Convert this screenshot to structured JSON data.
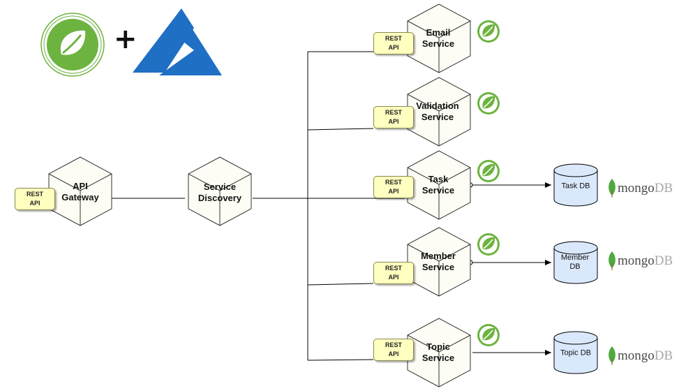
{
  "header": {
    "plus_sign": "+"
  },
  "api_gateway": {
    "line1": "API",
    "line2": "Gateway"
  },
  "service_discovery": {
    "line1": "Service",
    "line2": "Discovery"
  },
  "rest_badge": {
    "line1": "REST",
    "line2": "API"
  },
  "services": [
    {
      "line1": "Email",
      "line2": "Service"
    },
    {
      "line1": "Validation",
      "line2": "Service"
    },
    {
      "line1": "Task",
      "line2": "Service"
    },
    {
      "line1": "Member",
      "line2": "Service"
    },
    {
      "line1": "Topic",
      "line2": "Service"
    }
  ],
  "databases": [
    {
      "line1": "Task DB",
      "line2": ""
    },
    {
      "line1": "Member",
      "line2": "DB"
    },
    {
      "line1": "Topic DB",
      "line2": ""
    }
  ],
  "mongodb": {
    "part1": "mongo",
    "part2": "DB"
  },
  "colors": {
    "spring_green": "#6db33f",
    "azure_blue": "#1f6fc5",
    "rest_fill": "#ffffc0",
    "db_fill": "#dae8fc",
    "mongo_leaf": "#4fa940"
  },
  "icons": [
    "spring-logo-icon",
    "azure-logo-icon",
    "spring-leaf-icon",
    "mongodb-leaf-icon",
    "cube-icon",
    "database-cylinder-icon"
  ]
}
